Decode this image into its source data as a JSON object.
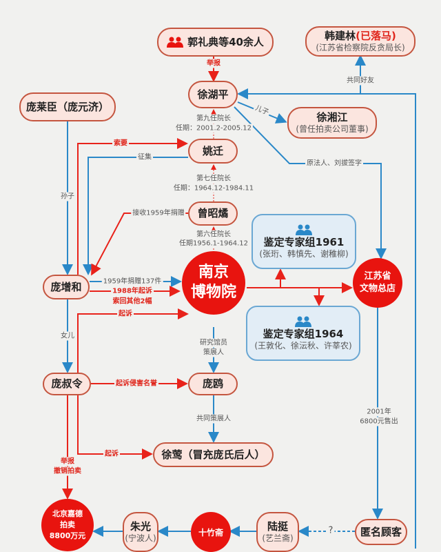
{
  "colors": {
    "red": "#e8140f",
    "blue": "#2a88c8",
    "node_fill": "#fbe5df",
    "node_border": "#c4553f",
    "group_fill": "#e2edf6"
  },
  "nodes": {
    "reporters": {
      "label": "郭礼典等40余人",
      "icon": "people-icon"
    },
    "han": {
      "label": "韩建林",
      "tag": "(已落马)",
      "sub": "(江苏省检察院反贪局长)"
    },
    "xuhuping": {
      "label": "徐湖平"
    },
    "panglaichen": {
      "label": "庞莱臣（庞元济）"
    },
    "xuxiangjiang": {
      "label": "徐湘江",
      "sub": "(曾任拍卖公司董事)"
    },
    "yaoqian": {
      "label": "姚迁"
    },
    "zengzhaoyu": {
      "label": "曾昭燏"
    },
    "expert1961": {
      "label": "鉴定专家组1961",
      "sub": "(张珩、韩慎先、谢稚柳)",
      "icon": "people-icon"
    },
    "expert1964": {
      "label": "鉴定专家组1964",
      "sub": "(王敦化、徐沄秋、许莘农)",
      "icon": "people-icon"
    },
    "museum": {
      "line1": "南京",
      "line2": "博物院"
    },
    "store": {
      "line1": "江苏省",
      "line2": "文物总店"
    },
    "pangzenghe": {
      "label": "庞增和"
    },
    "pangshuling": {
      "label": "庞叔令"
    },
    "pangou": {
      "label": "庞鸥"
    },
    "xuying": {
      "label": "徐莺（冒充庞氏后人）"
    },
    "jiade": {
      "line1": "北京嘉德",
      "line2": "拍卖",
      "line3": "8800万元"
    },
    "zhuguang": {
      "label": "朱光",
      "sub": "(宁波人)"
    },
    "shizhuzhai": {
      "label": "十竹斋"
    },
    "luting": {
      "label": "陆挺",
      "sub": "(艺兰斋)"
    },
    "anon": {
      "label": "匿名顾客"
    }
  },
  "edges": {
    "report": "举报",
    "friends": "共同好友",
    "son": "儿子",
    "legal": "原法人、刘拔签字",
    "dir9_a": "第九任院长",
    "dir9_b": "任期：2001.2-2005.12",
    "dir7_a": "第七任院长",
    "dir7_b": "任期：1964.12-1984.11",
    "dir6_a": "第六任院长",
    "dir6_b": "任期1956.1-1964.12",
    "demand": "索要",
    "collect": "征集",
    "grandson": "孙子",
    "receive": "接收1959年捐赠",
    "donate": "1959年捐赠137件",
    "sue1988_a": "1988年起诉",
    "sue1988_b": "索回其他2幅",
    "sue": "起诉",
    "daughter": "女儿",
    "curator_a": "研究馆员",
    "curator_b": "策展人",
    "defame": "起诉侵害名誉",
    "cocurator": "共同策展人",
    "sue2": "起诉",
    "report2_a": "举报",
    "report2_b": "撤销拍卖",
    "sold_a": "2001年",
    "sold_b": "6800元售出",
    "unknown": "?"
  }
}
